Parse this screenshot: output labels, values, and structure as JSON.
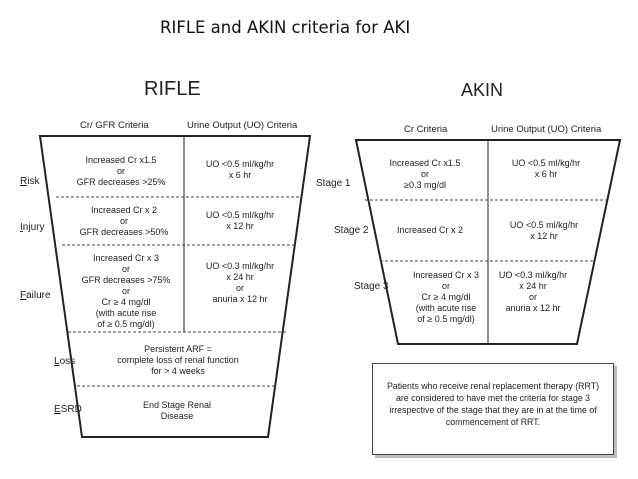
{
  "page_title": "RIFLE and AKIN criteria for AKI",
  "rifle": {
    "title": "RIFLE",
    "col1_header": "Cr/ GFR Criteria",
    "col2_header": "Urine Output (UO) Criteria",
    "risk": {
      "first": "R",
      "rest": "isk",
      "cr": "Increased Cr x1.5\nor\nGFR decreases >25%",
      "uo": "UO <0.5 ml/kg/hr\nx 6 hr"
    },
    "injury": {
      "first": "I",
      "rest": "njury",
      "cr": "Increased Cr x 2\nor\nGFR decreases >50%",
      "uo": "UO <0.5 ml/kg/hr\nx 12 hr"
    },
    "failure": {
      "first": "F",
      "rest": "ailure",
      "cr": "Increased Cr x 3\nor\nGFR decreases >75%\nor\nCr ≥ 4 mg/dl\n(with acute rise\nof ≥ 0.5 mg/dl)",
      "uo": "UO <0.3 ml/kg/hr\nx 24 hr\nor\nanuria x 12 hr"
    },
    "loss": {
      "first": "L",
      "rest": "oss",
      "text": "Persistent ARF =\ncomplete loss of renal function\nfor > 4 weeks"
    },
    "esrd": {
      "first": "E",
      "rest": "SRD",
      "text": "End Stage Renal\nDisease"
    }
  },
  "akin": {
    "title": "AKIN",
    "col1_header": "Cr Criteria",
    "col2_header": "Urine Output (UO) Criteria",
    "stage1": {
      "label": "Stage 1",
      "cr": "Increased Cr x1.5\nor\n≥0.3 mg/dl",
      "uo": "UO <0.5 ml/kg/hr\nx 6 hr"
    },
    "stage2": {
      "label": "Stage 2",
      "cr": "Increased Cr x 2",
      "uo": "UO <0.5 ml/kg/hr\nx 12 hr"
    },
    "stage3": {
      "label": "Stage 3",
      "cr": "Increased Cr x 3\nor\nCr ≥ 4 mg/dl\n(with acute rise\nof ≥ 0.5 mg/dl)",
      "uo": "UO <0.3 ml/kg/hr\nx 24 hr\nor\nanuria x 12 hr"
    }
  },
  "note": "Patients who receive renal replacement therapy (RRT) are considered to have met the criteria for stage 3 irrespective of the stage that they are in at the time of commencement of RRT."
}
